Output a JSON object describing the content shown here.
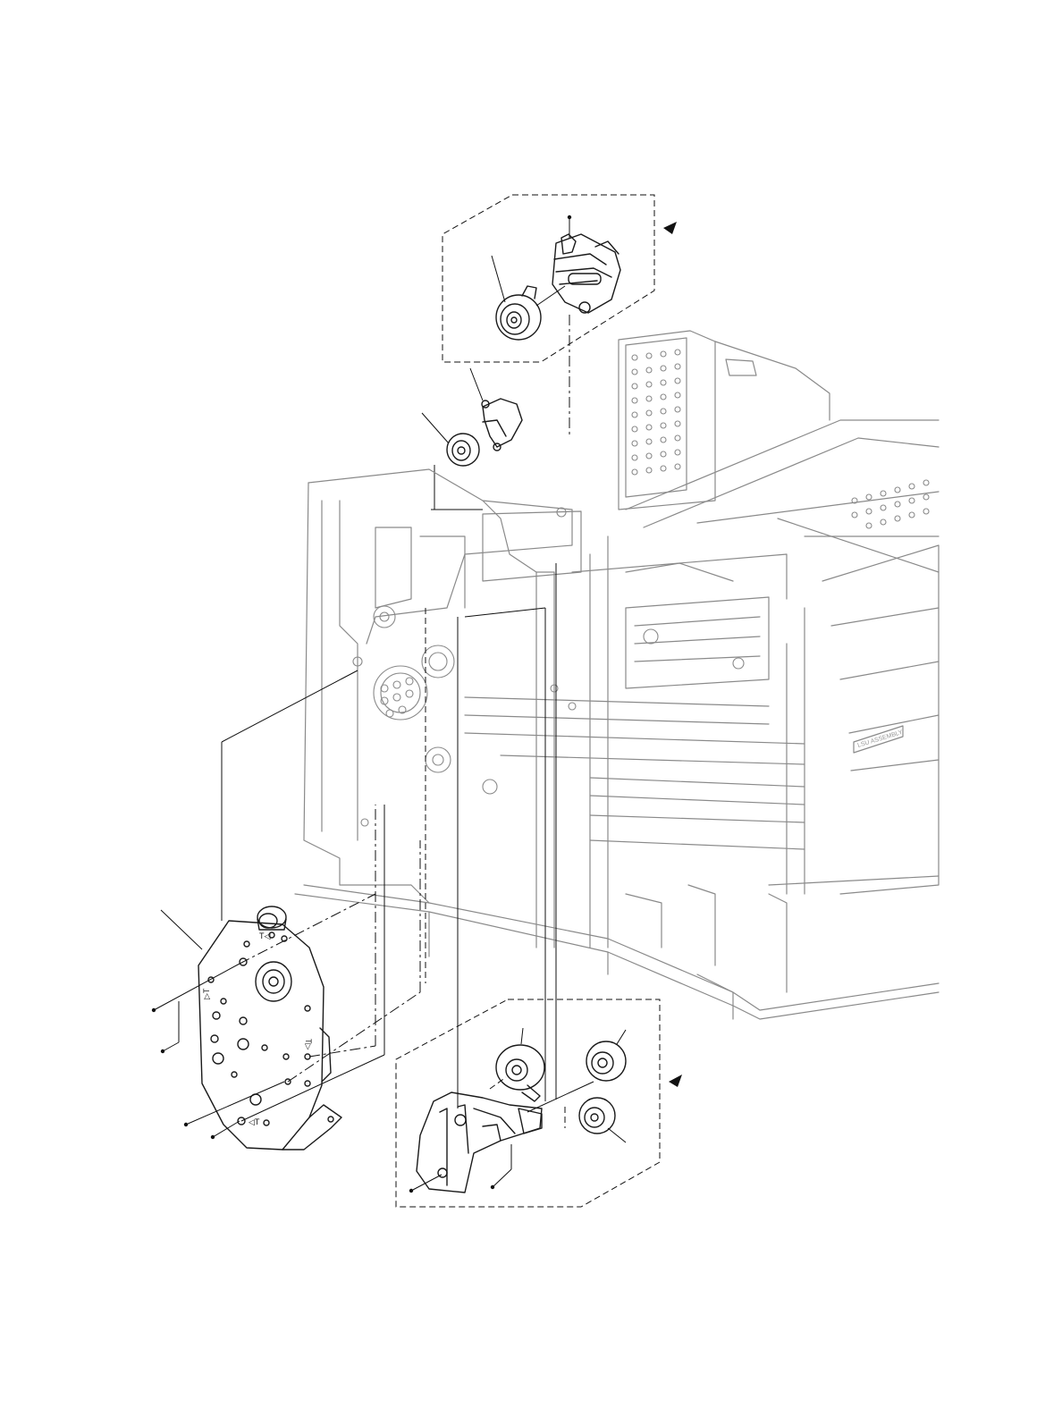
{
  "diagram": {
    "type": "exploded-parts-view",
    "inset_upper": {
      "background": "#dfe7ee",
      "border": "dashed"
    },
    "inset_lower": {
      "background": "#fbf7d2",
      "border": "dashed"
    },
    "frame_labels": [
      "LSU ASSEMBLY"
    ],
    "motor_plate_marks": [
      "T▷",
      "▷T",
      "◁T",
      "T◁"
    ]
  }
}
